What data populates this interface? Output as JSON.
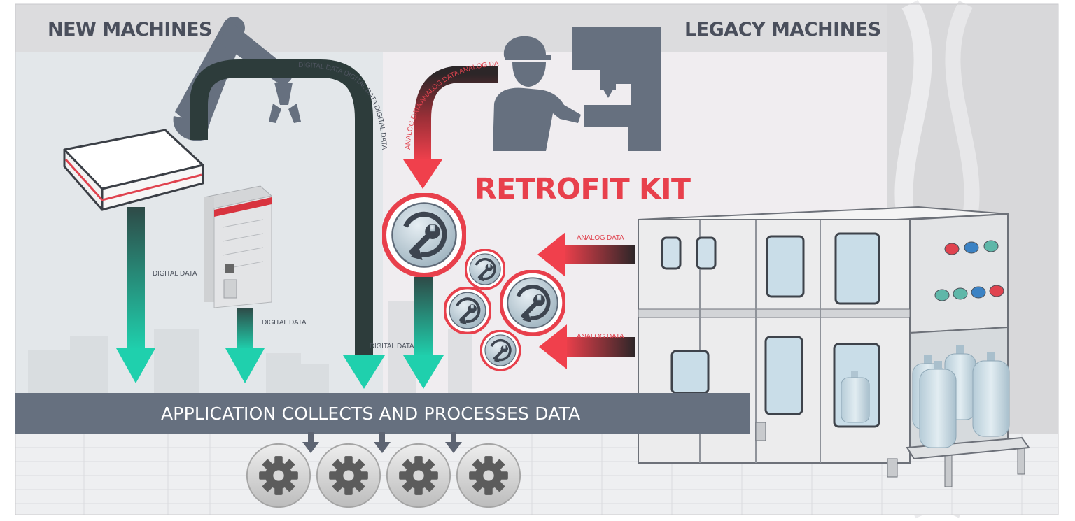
{
  "headers": {
    "new_machines": "NEW MACHINES",
    "legacy_machines": "LEGACY MACHINES"
  },
  "labels": {
    "digital_data": "DIGITAL DATA",
    "digital_data_arc": "DIGITAL DATA DIGITAL DATA DIGITAL DATA",
    "analog_data_arc": "ANALOG DATA ANALOG DATA ANALOG DATA",
    "analog_data": "ANALOG DATA"
  },
  "retrofit_title": "RETROFIT KIT",
  "bar_text": "APPLICATION COLLECTS AND PROCESSES DATA",
  "colors": {
    "slate": "#66707f",
    "teal": "#1ec9a6",
    "red": "#e8404c",
    "dark_teal": "#2f3e3d",
    "panel_light": "#e4e8ec",
    "panel_pink": "#f1eef1"
  },
  "icons": {
    "retrofit": "wrench-refresh-icon",
    "gear": "gear-icon",
    "robot": "robot-arm-icon",
    "worker": "worker-at-machine-icon"
  }
}
